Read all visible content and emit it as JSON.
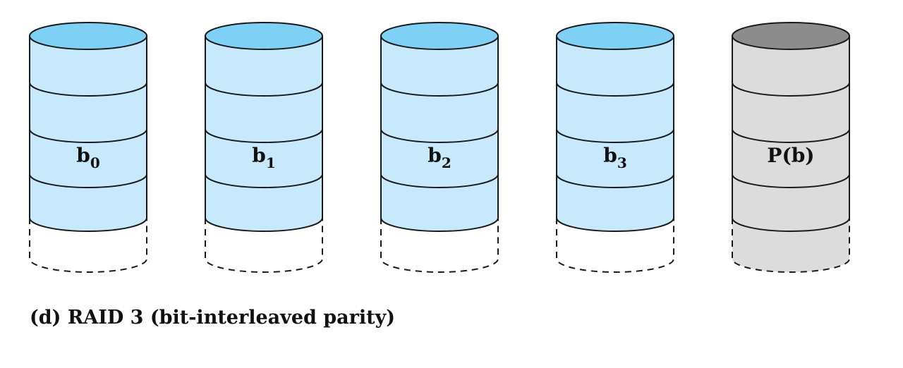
{
  "caption": "(d) RAID 3 (bit-interleaved parity)",
  "colors": {
    "data_body": "#c8e9fb",
    "data_top": "#7fd0f5",
    "parity_body": "#dcdcdc",
    "parity_top": "#8c8c8c",
    "stroke": "#1a1a1a"
  },
  "disks": [
    {
      "label": "b",
      "subscript": "0",
      "kind": "data"
    },
    {
      "label": "b",
      "subscript": "1",
      "kind": "data"
    },
    {
      "label": "b",
      "subscript": "2",
      "kind": "data"
    },
    {
      "label": "b",
      "subscript": "3",
      "kind": "data"
    },
    {
      "label": "P(b)",
      "subscript": "",
      "kind": "parity"
    }
  ]
}
